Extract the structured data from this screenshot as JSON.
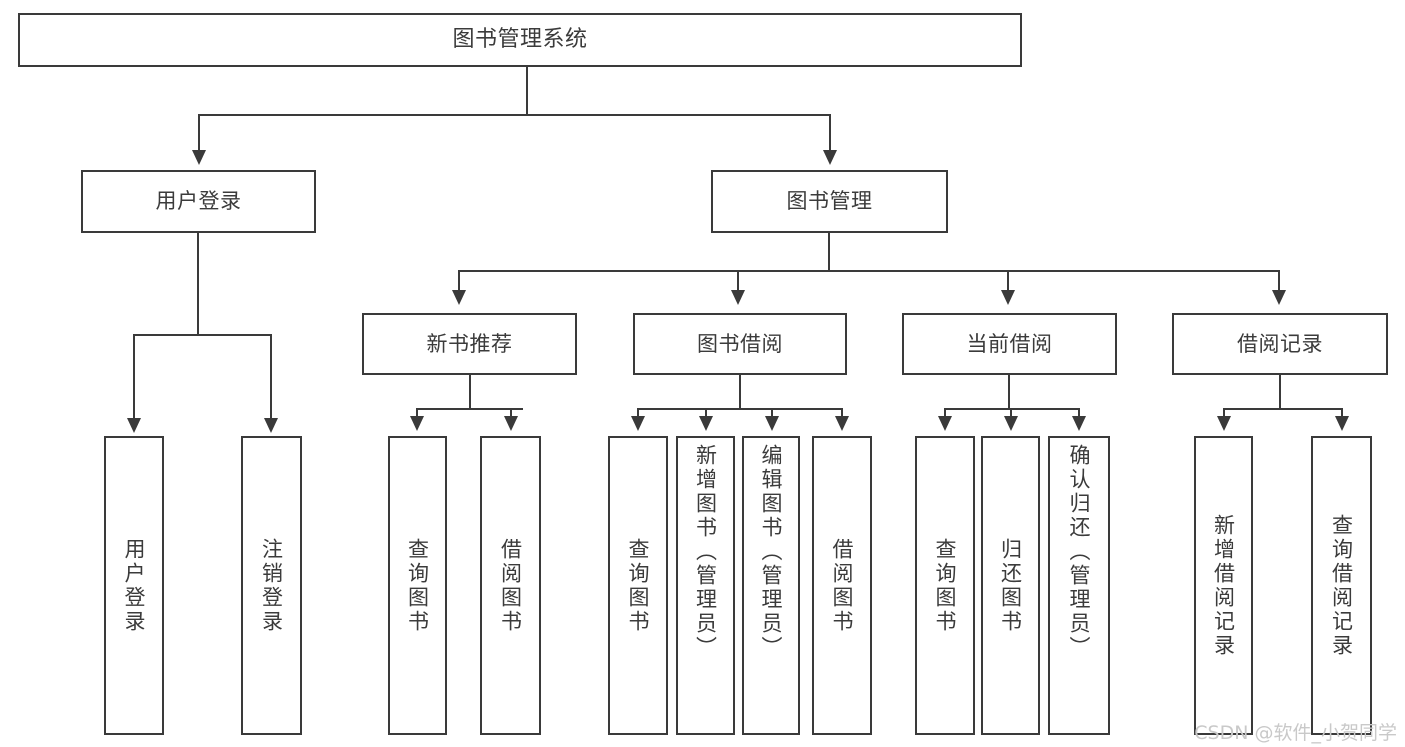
{
  "diagram": {
    "title": "图书管理系统",
    "watermark": "CSDN @软件_小贺同学",
    "root": {
      "label": "图书管理系统"
    },
    "level2": [
      {
        "label": "用户登录"
      },
      {
        "label": "图书管理"
      }
    ],
    "level3": [
      {
        "label": "新书推荐"
      },
      {
        "label": "图书借阅"
      },
      {
        "label": "当前借阅"
      },
      {
        "label": "借阅记录"
      }
    ],
    "leaves": {
      "user_login": [
        {
          "label": "用户登录"
        },
        {
          "label": "注销登录"
        }
      ],
      "new_book_recommend": [
        {
          "label": "查询图书"
        },
        {
          "label": "借阅图书"
        }
      ],
      "book_borrow": [
        {
          "label": "查询图书"
        },
        {
          "label": "新增图书（管理员）"
        },
        {
          "label": "编辑图书（管理员）"
        },
        {
          "label": "借阅图书"
        }
      ],
      "current_borrow": [
        {
          "label": "查询图书"
        },
        {
          "label": "归还图书"
        },
        {
          "label": "确认归还（管理员）"
        }
      ],
      "borrow_record": [
        {
          "label": "新增借阅记录"
        },
        {
          "label": "查询借阅记录"
        }
      ]
    },
    "colors": {
      "stroke": "#3a3a3a",
      "background": "#ffffff",
      "text": "#3b3b3b",
      "watermark": "#c9c9c9"
    }
  }
}
